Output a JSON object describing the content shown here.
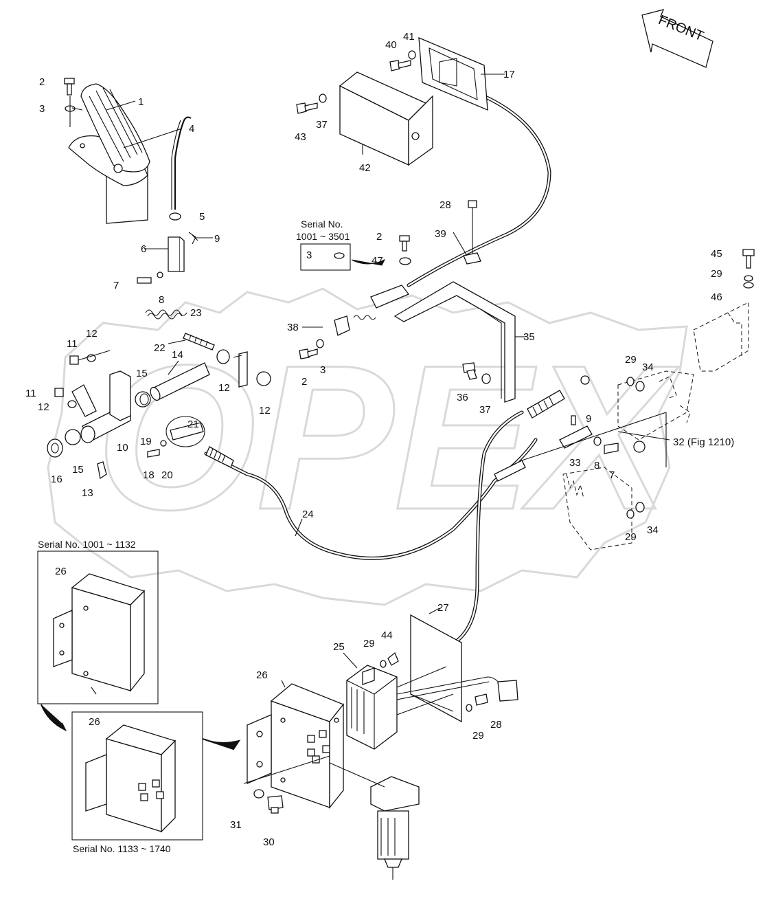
{
  "watermark": {
    "text": "OPEX"
  },
  "front_arrow": {
    "label": "FRONT"
  },
  "serial_notes": {
    "top": "Serial No.",
    "top_range": "1001 ~ 3501",
    "left_upper": "Serial No. 1001 ~ 1132",
    "left_lower": "Serial No. 1133 ~ 1740"
  },
  "callouts": {
    "c1": "1",
    "c2a": "2",
    "c3a": "3",
    "c4": "4",
    "c5": "5",
    "c6": "6",
    "c7a": "7",
    "c8a": "8",
    "c9a": "9",
    "c10": "10",
    "c11a": "11",
    "c12a": "12",
    "c11b": "11",
    "c12b": "12",
    "c12c": "12",
    "c12d": "12",
    "c13": "13",
    "c14": "14",
    "c15a": "15",
    "c15b": "15",
    "c16": "16",
    "c17": "17",
    "c18": "18",
    "c19": "19",
    "c20": "20",
    "c21": "21",
    "c22": "22",
    "c23": "23",
    "c24": "24",
    "c25": "25",
    "c26a": "26",
    "c26b": "26",
    "c26c": "26",
    "c27": "27",
    "c28a": "28",
    "c28b": "28",
    "c29a": "29",
    "c29b": "29",
    "c29c": "29",
    "c29d": "29",
    "c29e": "29",
    "c30": "30",
    "c31": "31",
    "c32": "32 (Fig 1210)",
    "c33": "33",
    "c34a": "34",
    "c34b": "34",
    "c35": "35",
    "c36": "36",
    "c37a": "37",
    "c37b": "37",
    "c38": "38",
    "c39": "39",
    "c40": "40",
    "c41": "41",
    "c42": "42",
    "c43": "43",
    "c44": "44",
    "c45": "45",
    "c46": "46",
    "c47": "47",
    "c2b": "2",
    "c3b": "3",
    "c2c": "2",
    "c3c": "3",
    "c7b": "7",
    "c8b": "8",
    "c9b": "9"
  }
}
